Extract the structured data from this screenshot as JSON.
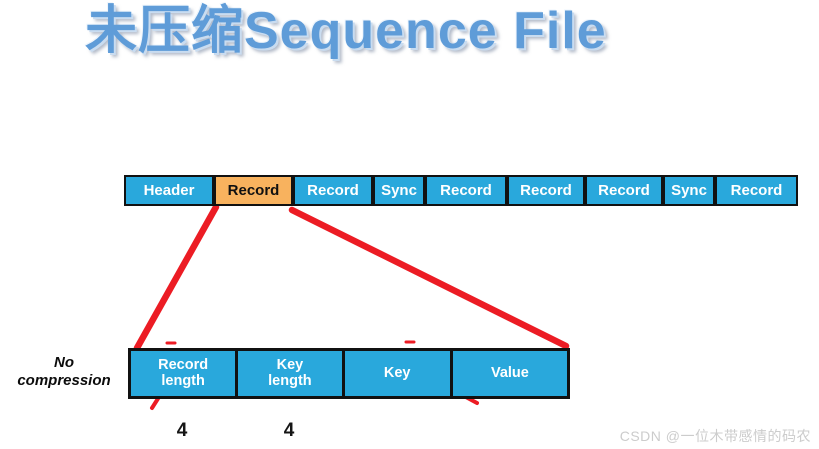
{
  "title": "未压缩Sequence File",
  "sequence_row": {
    "blocks": [
      {
        "label": "Header",
        "highlighted": false
      },
      {
        "label": "Record",
        "highlighted": true
      },
      {
        "label": "Record",
        "highlighted": false
      },
      {
        "label": "Sync",
        "highlighted": false
      },
      {
        "label": "Record",
        "highlighted": false
      },
      {
        "label": "Record",
        "highlighted": false
      },
      {
        "label": "Record",
        "highlighted": false
      },
      {
        "label": "Sync",
        "highlighted": false
      },
      {
        "label": "Record",
        "highlighted": false
      }
    ]
  },
  "record_detail": {
    "blocks": [
      {
        "label": "Record\nlength"
      },
      {
        "label": "Key\nlength"
      },
      {
        "label": "Key"
      },
      {
        "label": "Value"
      }
    ],
    "byte_counts": [
      "4",
      "4"
    ]
  },
  "labels": {
    "no_compression": "No\ncompression"
  },
  "watermark": "CSDN @一位木带感情的码农",
  "colors": {
    "block_blue": "#29A8DC",
    "highlight_orange": "#F8B25E",
    "border_black": "#111111",
    "connector_red": "#EC1C24",
    "title_blue": "#5F9CD8",
    "watermark_gray": "#CCCCCC"
  }
}
